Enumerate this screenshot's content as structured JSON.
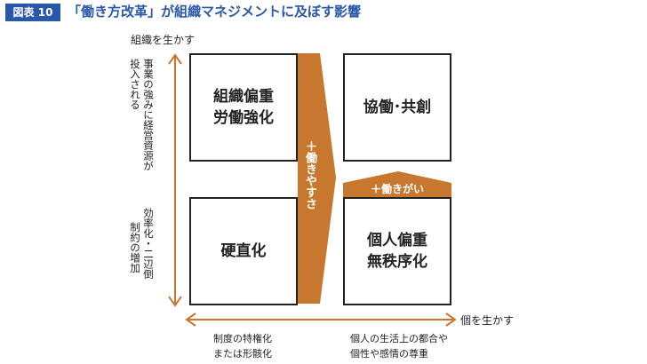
{
  "figure": {
    "badge": "図表 10",
    "title": "「働き方改革」が組織マネジメントに及ぼす影響"
  },
  "axes": {
    "y_label": "組織を生かす",
    "x_label": "個を生かす",
    "left_top_col1": "投入される",
    "left_top_col2": "事業の強みに経営資源が",
    "left_bottom_col1": "制約の増加",
    "left_bottom_col2": "効率化・二辺倒",
    "bottom_left": "制度の特権化\nまたは形骸化",
    "bottom_right": "個人の生活上の都合や\n個性や感情の尊重"
  },
  "quadrants": {
    "top_left": "組織偏重\n労働強化",
    "top_right": "協働･共創",
    "bottom_left": "硬直化",
    "bottom_right": "個人偏重\n無秩序化"
  },
  "arrows": {
    "right_arrow_label": "＋働きやすさ",
    "up_arrow_label": "＋働きがい"
  },
  "colors": {
    "accent": "#c8782e",
    "brand_blue": "#2a58a8",
    "line": "#222222"
  }
}
